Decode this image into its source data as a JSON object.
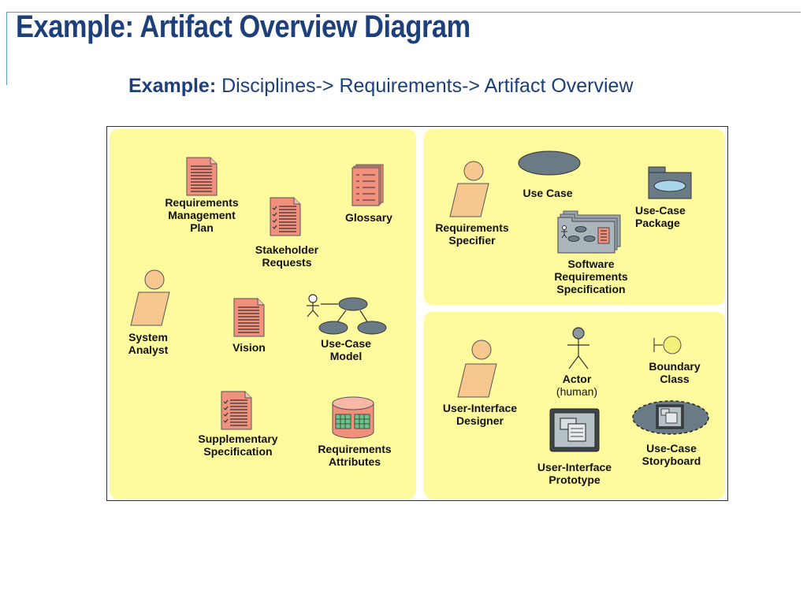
{
  "header": {
    "title": "Example: Artifact Overview Diagram",
    "subtitle_bold": "Example:",
    "subtitle_rest": " Disciplines-> Requirements-> Artifact Overview"
  },
  "left_panel": {
    "requirements_management_plan": "Requirements\nManagement\nPlan",
    "glossary": "Glossary",
    "stakeholder_requests": "Stakeholder\nRequests",
    "system_analyst": "System\nAnalyst",
    "vision": "Vision",
    "use_case_model": "Use-Case\nModel",
    "supplementary_specification": "Supplementary\nSpecification",
    "requirements_attributes": "Requirements\nAttributes"
  },
  "top_right_panel": {
    "requirements_specifier": "Requirements\nSpecifier",
    "use_case": "Use Case",
    "use_case_package": "Use-Case\nPackage",
    "software_requirements_specification": "Software\nRequirements\nSpecification"
  },
  "bottom_right_panel": {
    "user_interface_designer": "User-Interface\nDesigner",
    "actor": "Actor",
    "actor_note": "(human)",
    "boundary_class": "Boundary\nClass",
    "user_interface_prototype": "User-Interface\nPrototype",
    "use_case_storyboard": "Use-Case\nStoryboard"
  },
  "colors": {
    "title": "#1d3f7a",
    "panel_fill": "#fffa9e",
    "document_fill": "#f2907e",
    "worker_fill": "#f6c78e",
    "usecase_fill": "#6b7b85",
    "boundary_fill": "#f5f07a"
  }
}
